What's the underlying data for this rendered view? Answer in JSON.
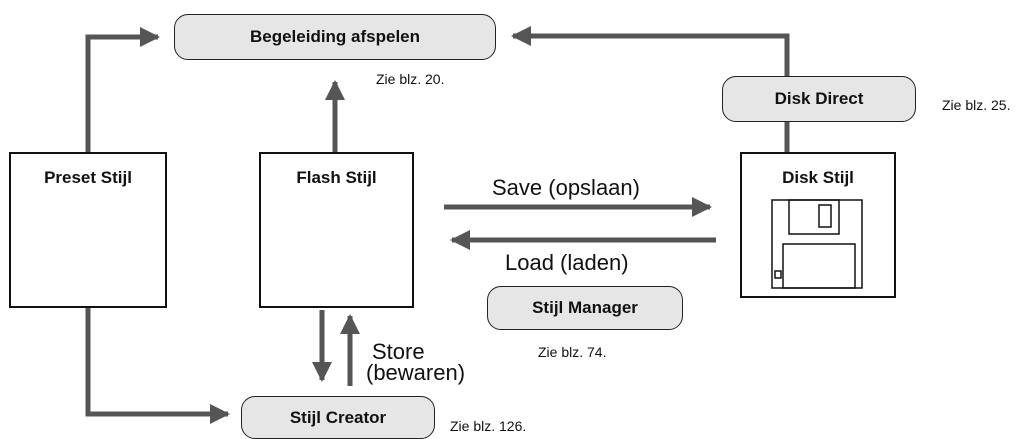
{
  "nodes": {
    "playback": "Begeleiding afspelen",
    "disk_direct": "Disk Direct",
    "preset": "Preset Stijl",
    "flash": "Flash Stijl",
    "disk": "Disk Stijl",
    "manager": "Stijl Manager",
    "creator": "Stijl Creator"
  },
  "refs": {
    "playback": "Zie blz. 20.",
    "disk_direct": "Zie blz. 25.",
    "manager": "Zie blz. 74.",
    "creator": "Zie blz. 126."
  },
  "flows": {
    "save": "Save (opslaan)",
    "load": "Load (laden)",
    "store_1": "Store",
    "store_2": "(bewaren)"
  },
  "colors": {
    "arrow": "#555555",
    "pill_fill": "#e6e6e6"
  }
}
